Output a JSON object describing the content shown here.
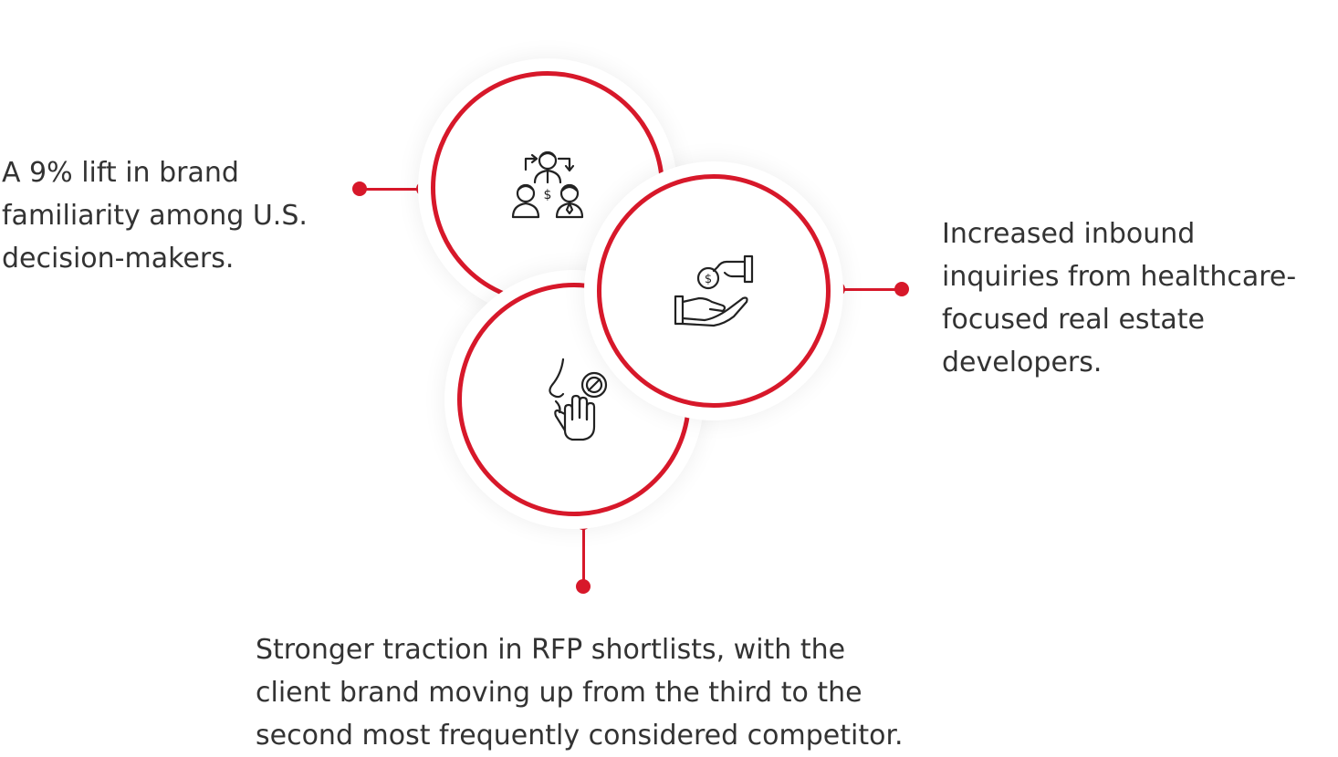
{
  "results": {
    "left": {
      "lines": [
        "A 9% lift in brand",
        "familiarity among U.S.",
        "decision-makers."
      ]
    },
    "right": {
      "lines": [
        "Increased inbound",
        "inquiries from healthcare-",
        "focused real estate",
        "developers."
      ]
    },
    "bottom": {
      "lines": [
        "Stronger traction in RFP shortlists, with the",
        "client brand moving up from the third to the",
        "second most frequently considered competitor."
      ]
    }
  },
  "icons": {
    "top": "team-exchange-money-icon",
    "right": "hand-receiving-coin-icon",
    "bottom": "nose-hand-block-icon"
  },
  "colors": {
    "accent": "#d7182a",
    "text": "#333333",
    "background": "#ffffff"
  }
}
